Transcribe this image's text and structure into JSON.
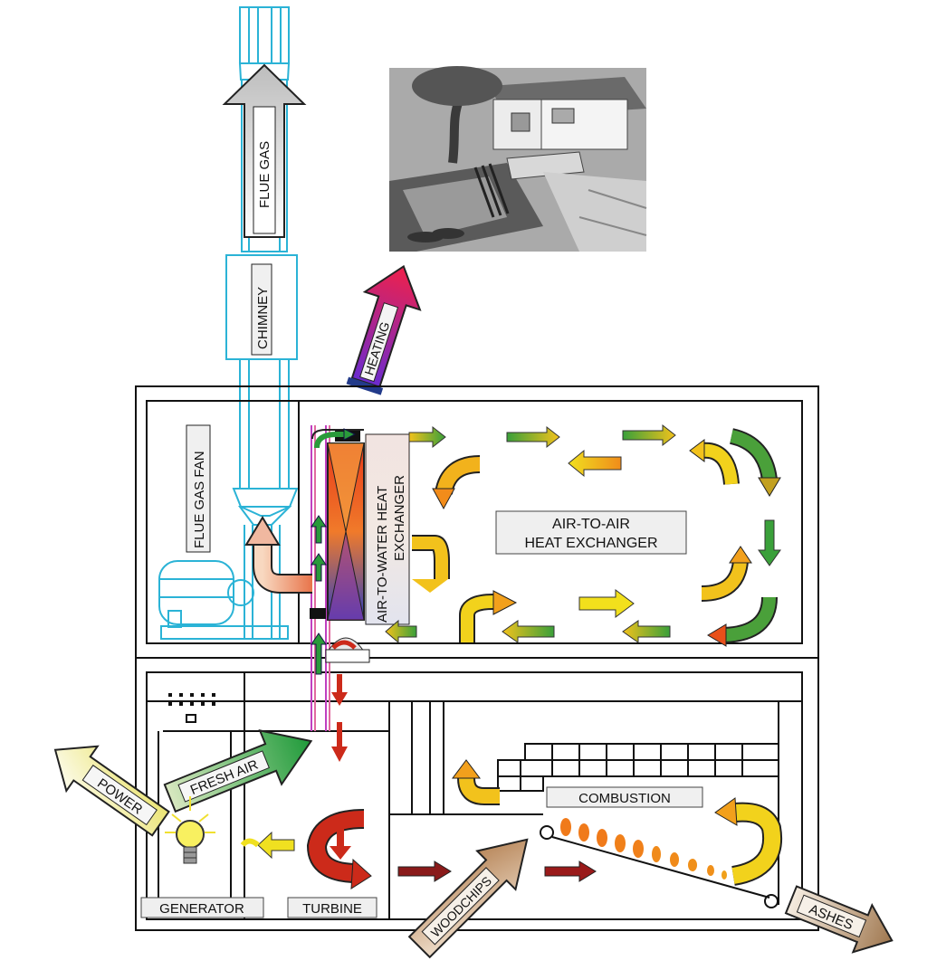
{
  "labels": {
    "flue_gas": "FLUE GAS",
    "chimney": "CHIMNEY",
    "heating": "HEATING",
    "flue_gas_fan": "FLUE GAS FAN",
    "air_to_water_line1": "AIR-TO-WATER HEAT",
    "air_to_water_line2": "EXCHANGER",
    "air_to_air_line1": "AIR-TO-AIR",
    "air_to_air_line2": "HEAT EXCHANGER",
    "power": "POWER",
    "fresh_air": "FRESH AIR",
    "generator": "GENERATOR",
    "turbine": "TURBINE",
    "combustion": "COMBUSTION",
    "woodchips": "WOODCHIPS",
    "ashes": "ASHES"
  },
  "colors": {
    "chimney": "#2bb3d6",
    "frame": "#111111",
    "flue_arrow": "#d9d9d9",
    "heating_arrow": "#e0204a",
    "fresh_air_arrow": "#2a8a3a",
    "power_arrow": "#e6e05a",
    "woodchips_arrow": "#c89a6a",
    "ashes_arrow": "#c8a884",
    "hot": "#e8501a",
    "warm": "#f2a51c",
    "cool": "#f0e020",
    "green": "#3aa03a",
    "red_flow": "#cc2a1a"
  },
  "icons": {
    "house_illustration": "house-with-buried-pipes",
    "lamp": "light-bulb-icon",
    "motor": "fan-motor-icon"
  }
}
